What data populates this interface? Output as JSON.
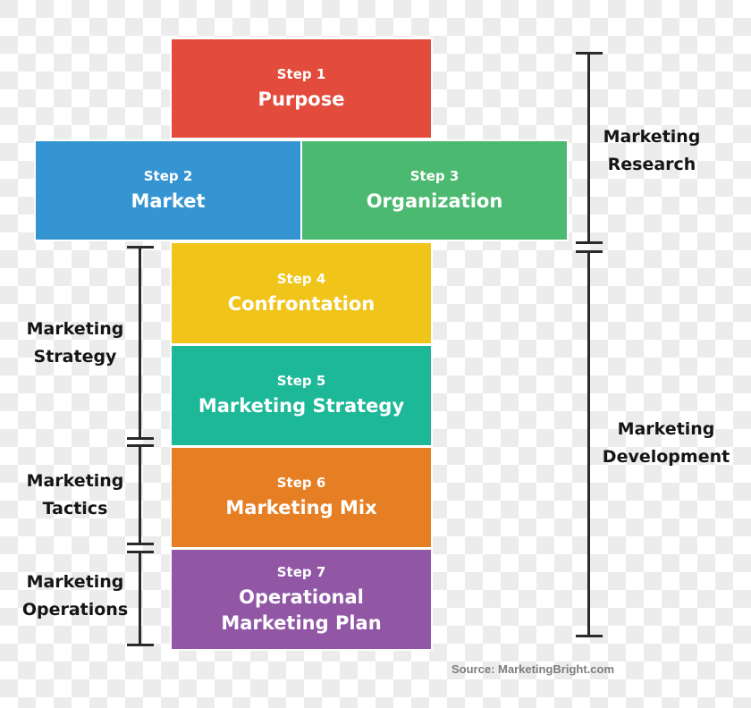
{
  "steps": [
    {
      "step": "Step 1",
      "title": "Purpose",
      "color": "#e34c3d"
    },
    {
      "step": "Step 2",
      "title": "Market",
      "color": "#3595d2"
    },
    {
      "step": "Step 3",
      "title": "Organization",
      "color": "#4cb970"
    },
    {
      "step": "Step 4",
      "title": "Confrontation",
      "color": "#f0c419"
    },
    {
      "step": "Step 5",
      "title": "Marketing Strategy",
      "color": "#1db898"
    },
    {
      "step": "Step 6",
      "title": "Marketing Mix",
      "color": "#e67e24"
    },
    {
      "step": "Step 7",
      "title": "Operational Marketing Plan",
      "color": "#9157a5"
    }
  ],
  "right_brackets": [
    {
      "label_line1": "Marketing",
      "label_line2": "Research"
    },
    {
      "label_line1": "Marketing",
      "label_line2": "Development"
    }
  ],
  "left_brackets": [
    {
      "label_line1": "Marketing",
      "label_line2": "Strategy"
    },
    {
      "label_line1": "Marketing",
      "label_line2": "Tactics"
    },
    {
      "label_line1": "Marketing",
      "label_line2": "Operations"
    }
  ],
  "source": "Source: MarketingBright.com"
}
